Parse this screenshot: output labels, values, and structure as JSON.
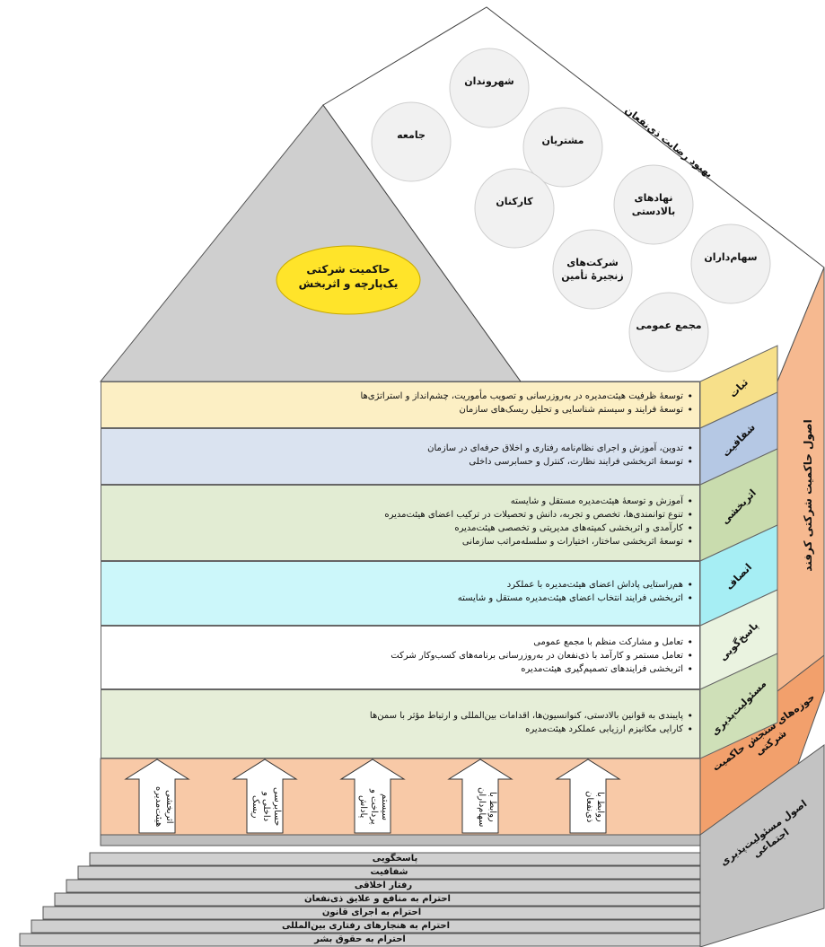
{
  "roof": {
    "center_label": "حاکمیت شرکتی یک‌پارچه و اثربخش",
    "stakeholder_title": "بهبود رضایت ذی‌نفعان",
    "stakeholders": [
      "شهروندان",
      "جامعه",
      "مشتریان",
      "کارکنان",
      "نهادهای بالادستی",
      "سهام‌داران",
      "شرکت‌های زنجیرهٔ تأمین",
      "مجمع عمومی"
    ]
  },
  "side_labels": {
    "principles": "اصول حاکمیت شرکتی کرفند",
    "measurement_areas": "حوزه‌های سنجش حاکمیت شرکتی",
    "csr_principles": "اصول مسئولیت‌پذیری اجتماعی"
  },
  "bands": [
    {
      "label": "ثبات",
      "color": "#fcefc4",
      "side_color": "#f7e08a",
      "items": [
        "توسعهٔ ظرفیت هیئت‌مدیره در به‌روزرسانی و تصویب مأموریت، چشم‌انداز و استراتژی‌ها",
        "توسعهٔ فرایند و سیستم شناسایی و تحلیل ریسک‌های سازمان"
      ]
    },
    {
      "label": "شفافیت",
      "color": "#dae3f0",
      "side_color": "#b5c8e4",
      "items": [
        "تدوین، آموزش و اجرای نظام‌نامه رفتاری و اخلاق حرفه‌ای در سازمان",
        "توسعهٔ اثربخشی فرایند نظارت، کنترل و حسابرسی داخلی"
      ]
    },
    {
      "label": "اثربخشی",
      "color": "#e2ecd3",
      "side_color": "#c9dcae",
      "items": [
        "آموزش و توسعهٔ هیئت‌مدیره مستقل و شایسته",
        "تنوع توانمندی‌ها، تخصص و تجربه، دانش و تحصیلات در ترکیب اعضای هیئت‌مدیره",
        "کارآمدی و اثربخشی کمیته‌های مدیریتی و تخصصی هیئت‌مدیره",
        "توسعهٔ اثربخشی ساختار، اختیارات و سلسله‌مراتب سازمانی"
      ]
    },
    {
      "label": "انصاف",
      "color": "#ccf7fa",
      "side_color": "#a6eef4",
      "items": [
        "هم‌راستایی پاداش اعضای هیئت‌مدیره با عملکرد",
        "اثربخشی فرایند انتخاب اعضای هیئت‌مدیره مستقل و شایسته"
      ]
    },
    {
      "label": "پاسخ‌گویی",
      "color": "#ffffff",
      "side_color": "#eaf3e0",
      "items": [
        "تعامل و مشارکت منظم با مجمع عمومی",
        "تعامل مستمر و کارآمد با ذی‌نفعان در به‌روزرسانی برنامه‌های کسب‌وکار شرکت",
        "اثربخشی فرایندهای تصمیم‌گیری هیئت‌مدیره"
      ]
    },
    {
      "label": "مسئولیت‌پذیری",
      "color": "#e6eed8",
      "side_color": "#cfe0b8",
      "items": [
        "پایبندی به قوانین بالادستی، کنوانسیون‌ها، اقدامات بین‌المللی و ارتباط مؤثر با سمن‌ها",
        "کارایی مکانیزم ارزیابی عملکرد هیئت‌مدیره"
      ]
    }
  ],
  "arrows": [
    "اثربخشی هیئت‌مدیره",
    "حسابرسی داخلی و ریسک",
    "سیستم پرداخت و پاداش",
    "روابط با سهام‌داران",
    "روابط با ذی‌نفعان"
  ],
  "steps": [
    "پاسخگویی",
    "شفافیت",
    "رفتار اخلاقی",
    "احترام به منافع و علایق ذی‌نفعان",
    "احترام به اجرای قانون",
    "احترام به هنجارهای رفتاری بین‌المللی",
    "احترام به حقوق بشر"
  ],
  "colors": {
    "roof_gray": "#c8c8c8",
    "roof_white": "#ffffff",
    "principles_orange": "#f6b990",
    "measure_orange": "#f2a06c",
    "base_gray": "#bdbdbd",
    "arrow_band": "#f8c9a7",
    "ellipse_yellow": "#ffe42a",
    "stakeholder_circle": "#eeeeee"
  }
}
